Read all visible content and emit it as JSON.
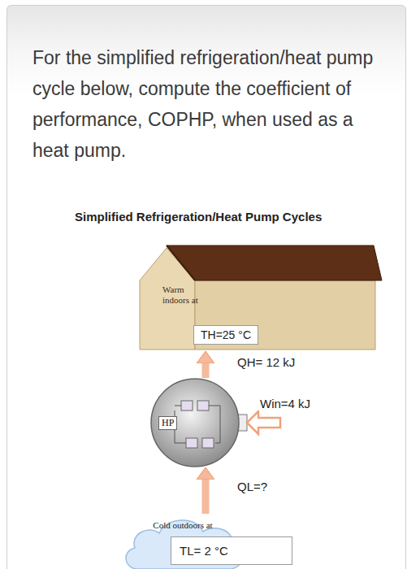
{
  "diagram": {
    "title": "For the simplified refrigeration/heat pump cycle below, compute the coefficient of performance, COPHP, when used as a heat pump.",
    "nodes": [
      {
        "text": [
          "Warm indoors at"
        ]
      },
      {
        "text": [
          "TH=25 °C"
        ],
        "in": 0
      },
      {
        "text": [
          "HP"
        ]
      },
      {
        "text": [
          "Cold outdoors at"
        ]
      },
      {
        "text": [
          "TL= 2 °C"
        ],
        "in": 3
      }
    ],
    "edges": [
      {
        "from": 2,
        "to": 0,
        "label": "QH= 12 kJ",
        "arrow": "to"
      },
      {
        "from": 3,
        "to": 2,
        "label": "QL=?",
        "arrow": "to"
      }
    ],
    "labels": [
      "Simplified Refrigeration/Heat Pump Cycles",
      "Win=4 kJ"
    ]
  }
}
